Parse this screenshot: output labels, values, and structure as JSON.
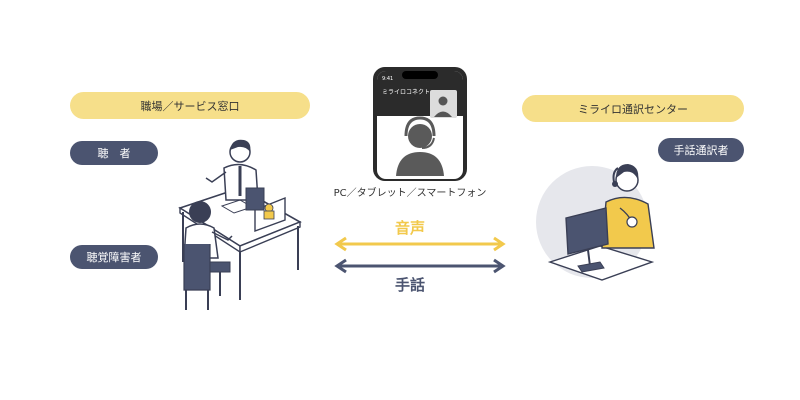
{
  "left": {
    "header": "職場／サービス窓口",
    "listener_label": "聴　者",
    "hard_of_hearing_label": "聴覚障害者"
  },
  "right": {
    "header": "ミライロ通訳センター",
    "interpreter_label": "手話通訳者"
  },
  "phone": {
    "time": "9:41",
    "app_name": "ミライロコネクト"
  },
  "device_label": "PC／タブレット／スマートフォン",
  "arrows": {
    "voice": "音声",
    "sign": "手話"
  },
  "colors": {
    "yellow": "#f2c94c",
    "navy": "#4b5470",
    "pale_yellow": "#f6df8a"
  }
}
